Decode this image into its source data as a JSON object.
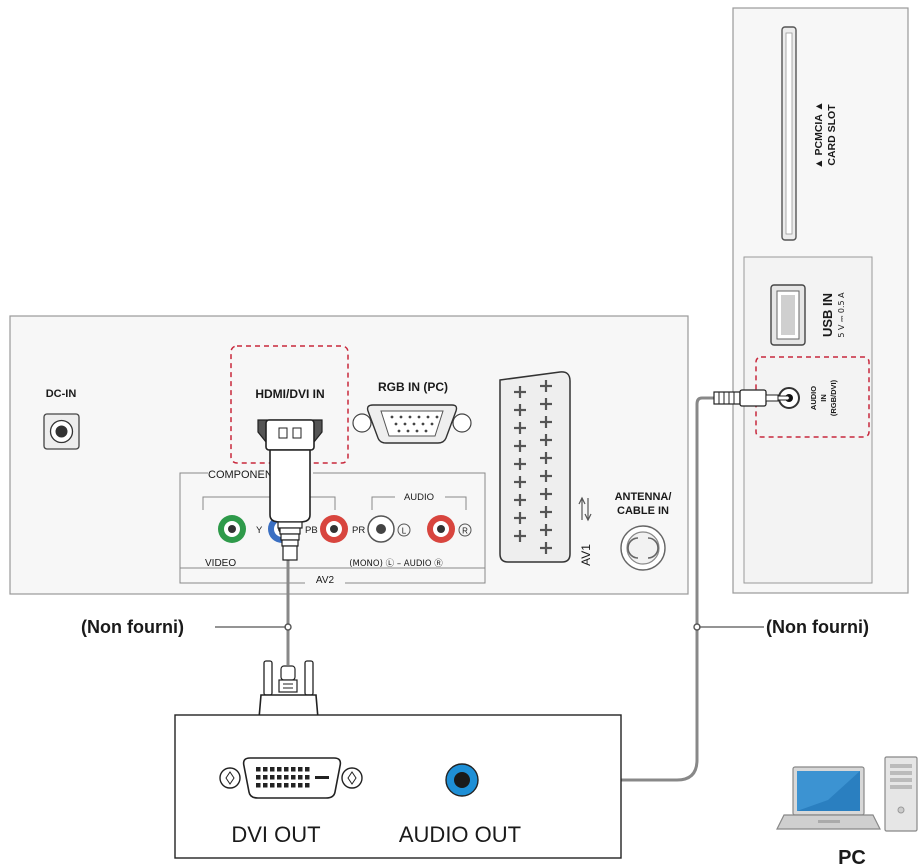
{
  "tv_panel": {
    "dc_in": "DC-IN",
    "hdmi_dvi_in": "HDMI/DVI IN",
    "rgb_in_pc": "RGB IN (PC)",
    "component_label": "COMPONENT IN",
    "audio": "AUDIO",
    "y": "Y",
    "pb": "PB",
    "pr": "PR",
    "l": "L",
    "r": "R",
    "video": "VIDEO",
    "av2": "AV2",
    "mono_audio": "(MONO) Ⓛ – AUDIO Ⓡ",
    "av1": "AV1",
    "antenna_line1": "ANTENNA/",
    "antenna_line2": "CABLE IN"
  },
  "side_panel": {
    "pcmcia_line1": "▲ PCMCIA ▲",
    "pcmcia_line2": "CARD SLOT",
    "usb_in": "USB IN",
    "usb_power": "5 V ⎓ 0.5 A",
    "audio_in_line1": "AUDIO",
    "audio_in_line2": "IN",
    "audio_in_line3": "(RGB/DVI)"
  },
  "cables": {
    "left_note": "(Non fourni)",
    "right_note": "(Non fourni)"
  },
  "pc_box": {
    "dvi_out": "DVI OUT",
    "audio_out": "AUDIO OUT",
    "pc_label": "PC"
  },
  "colors": {
    "highlight_dash": "#c8283c",
    "cable": "#888888",
    "panel_fill": "#f7f7f7",
    "green_jack": "#2e9a4a",
    "blue_jack": "#3a6fc2",
    "red_jack": "#d8453e",
    "audio_out_blue": "#1e8fd6"
  }
}
